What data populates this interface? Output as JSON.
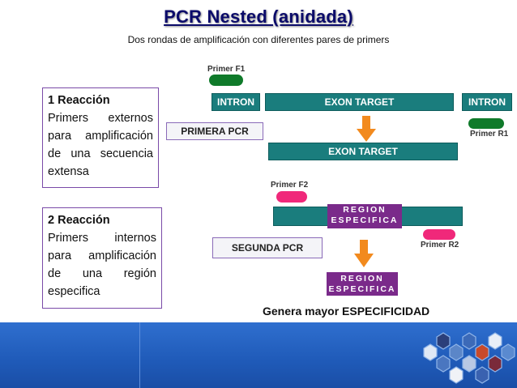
{
  "title": "PCR Nested (anidada)",
  "subtitle": "Dos rondas de amplificación con diferentes pares de primers",
  "reaction1": {
    "heading": "1 Reacción",
    "body": "Primers externos para amplificación de una secuencia extensa"
  },
  "reaction2": {
    "heading": "2 Reacción",
    "body": "Primers internos para amplificación de una región especifica"
  },
  "diagram": {
    "primer_f1": "Primer F1",
    "primer_r1": "Primer R1",
    "primer_f2": "Primer F2",
    "primer_r2": "Primer R2",
    "intron_left": "INTRON",
    "exon_target": "EXON TARGET",
    "intron_right": "INTRON",
    "primera_pcr": "PRIMERA PCR",
    "exon_target_product": "EXON TARGET",
    "region_line1": "REGION",
    "region_line2": "ESPECIFICA",
    "segunda_pcr": "SEGUNDA PCR",
    "region_product_line1": "REGION",
    "region_product_line2": "ESPECIFICA"
  },
  "conclusion": "Genera mayor ESPECIFICIDAD",
  "colors": {
    "title": "#0b0b6a",
    "bar": "#1a7d7d",
    "primer_outer": "#0f7a2a",
    "primer_inner": "#f0287a",
    "region": "#7a2a8a",
    "arrow": "#f28a1e",
    "box_border": "#7a4aa8",
    "footer": "#1f5ab8"
  }
}
